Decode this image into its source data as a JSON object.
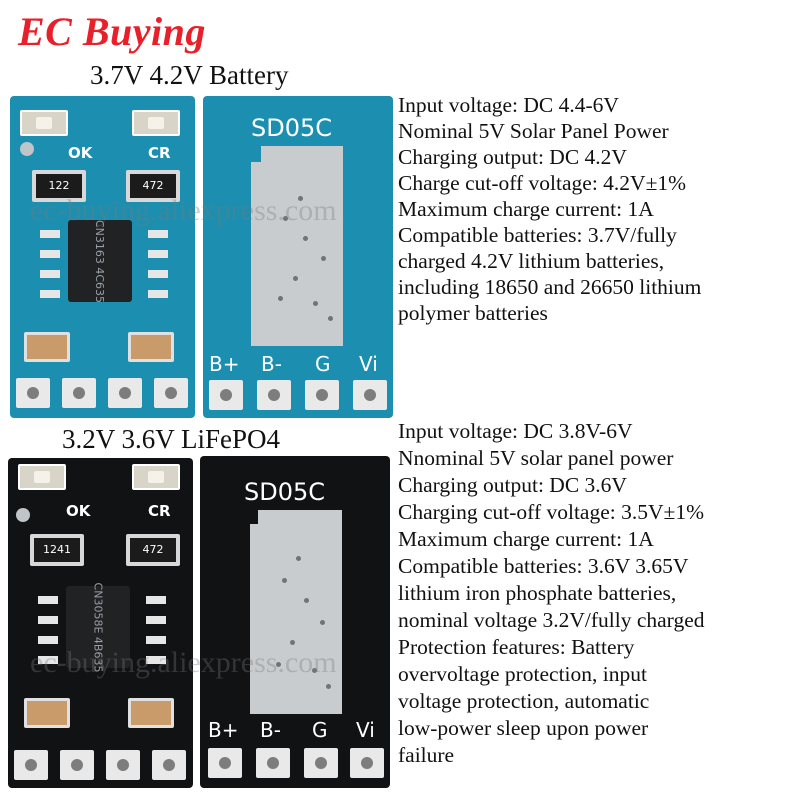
{
  "brand": "EC Buying",
  "watermark": "ec-buying.aliexpress.com",
  "top": {
    "heading": "3.7V 4.2V Battery",
    "front": {
      "led_left": "OK",
      "led_right": "CR",
      "res_left": "122",
      "res_right": "472",
      "ic": "CN3163 4C635"
    },
    "back": {
      "label": "SD05C",
      "pins": [
        "B+",
        "B-",
        "G",
        "Vi"
      ]
    },
    "specs": [
      "Input voltage: DC 4.4-6V",
      "Nominal 5V Solar Panel Power",
      "Charging output: DC 4.2V",
      "Charge cut-off voltage: 4.2V±1%",
      "Maximum charge current: 1A",
      "Compatible batteries: 3.7V/fully",
      "charged 4.2V lithium batteries,",
      "including 18650 and 26650 lithium",
      "polymer batteries"
    ]
  },
  "bottom": {
    "heading": "3.2V 3.6V LiFePO4",
    "front": {
      "led_left": "OK",
      "led_right": "CR",
      "res_left": "1241",
      "res_right": "472",
      "ic": "CN3058E 4B635"
    },
    "back": {
      "label": "SD05C",
      "pins": [
        "B+",
        "B-",
        "G",
        "Vi"
      ]
    },
    "specs": [
      "Input voltage: DC 3.8V-6V",
      "Nnominal 5V solar panel power",
      "Charging output: DC 3.6V",
      "Charging cut-off voltage: 3.5V±1%",
      "Maximum charge current: 1A",
      "Compatible batteries: 3.6V 3.65V",
      "lithium iron phosphate batteries,",
      "nominal voltage 3.2V/fully charged",
      "Protection features: Battery",
      "overvoltage protection, input",
      "voltage protection, automatic",
      "low-power sleep upon power",
      "failure"
    ]
  },
  "colors": {
    "brand": "#e8202a",
    "pcb_blue": "#1c8fb0",
    "pcb_black": "#101214"
  }
}
